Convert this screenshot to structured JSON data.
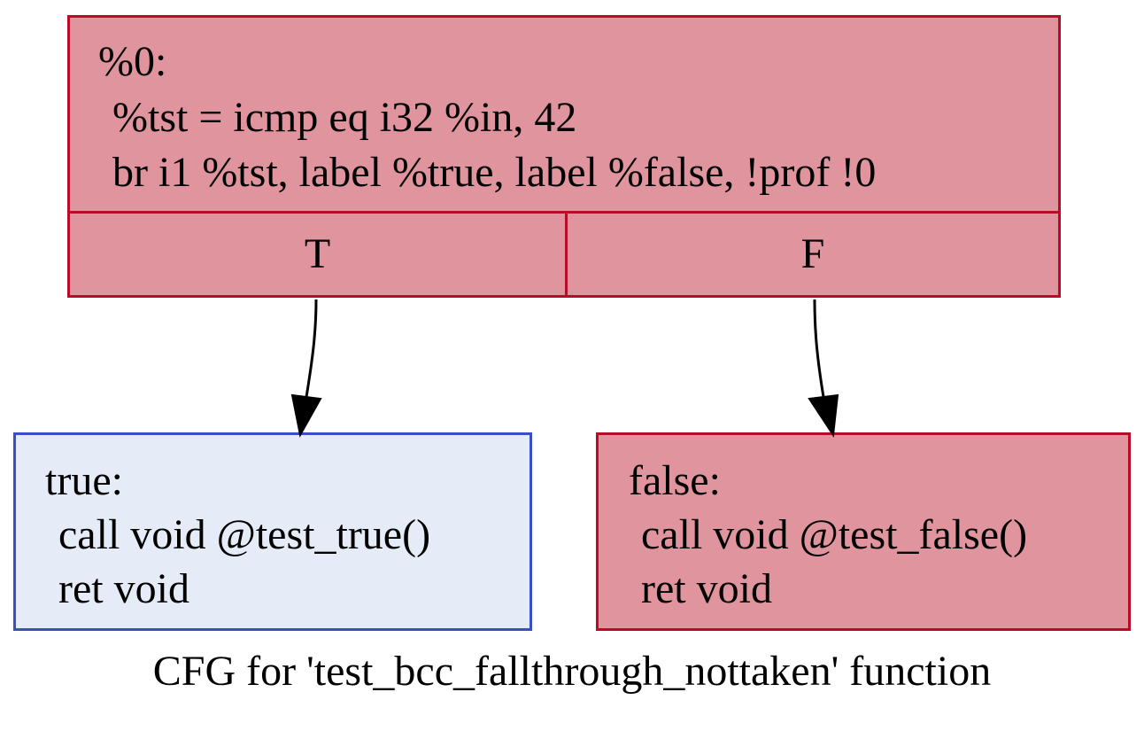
{
  "graph": {
    "caption": "CFG for 'test_bcc_fallthrough_nottaken' function"
  },
  "nodes": {
    "entry": {
      "label": "%0:",
      "instr1": "%tst = icmp eq i32 %in, 42",
      "instr2": "br i1 %tst, label %true, label %false, !prof !0",
      "branch_true": "T",
      "branch_false": "F",
      "fill": "#e0949d",
      "border": "#b70d28"
    },
    "true": {
      "label": "true:",
      "instr1": "call void @test_true()",
      "instr2": "ret void",
      "fill": "#e6ecf7",
      "border": "#3a4fc3"
    },
    "false": {
      "label": "false:",
      "instr1": "call void @test_false()",
      "instr2": "ret void",
      "fill": "#e0949d",
      "border": "#b70d28"
    }
  },
  "edges": [
    {
      "from": "entry.T",
      "to": "true"
    },
    {
      "from": "entry.F",
      "to": "false"
    }
  ]
}
